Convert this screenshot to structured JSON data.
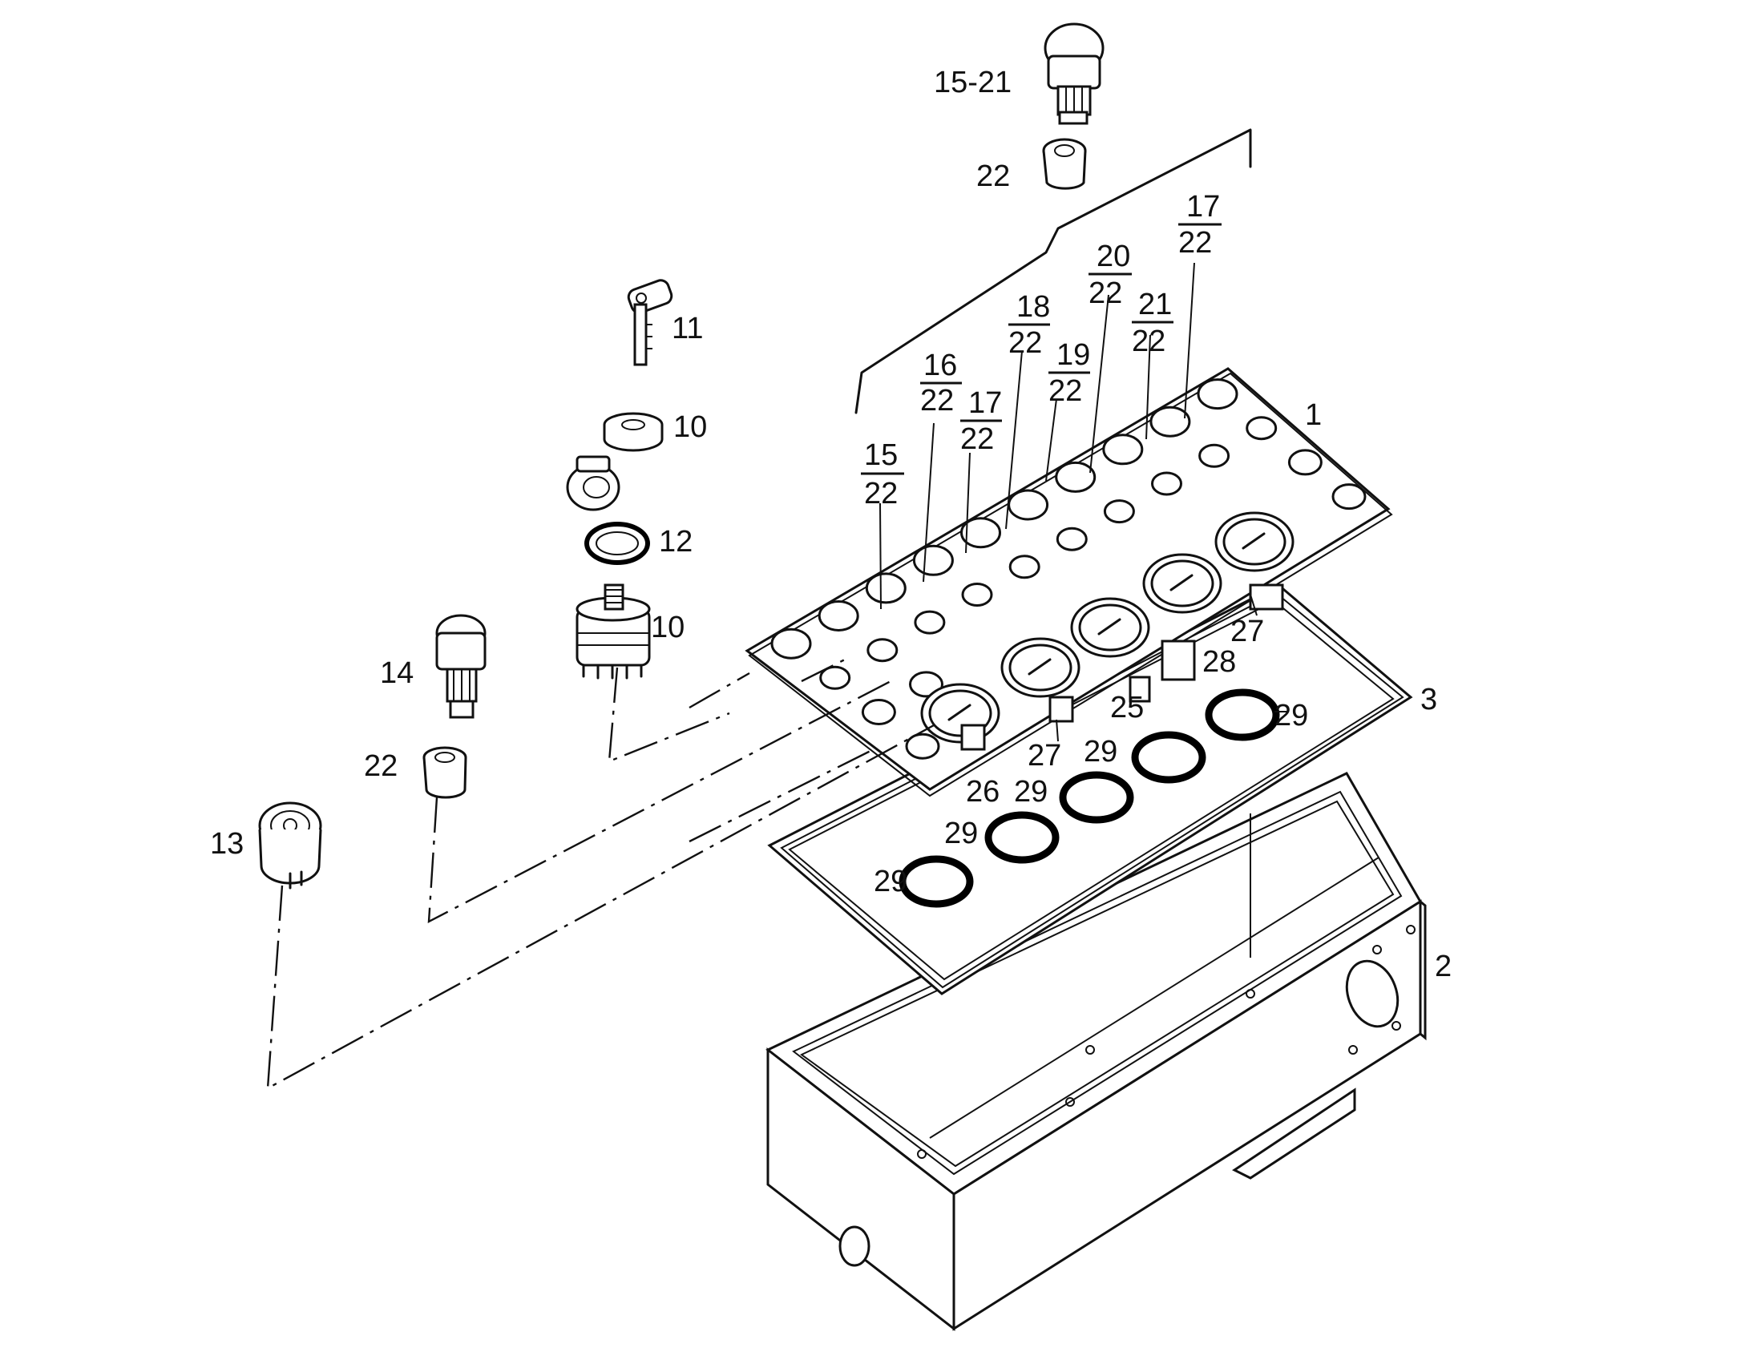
{
  "diagram": {
    "callouts": {
      "c1": "1",
      "c2": "2",
      "c3": "3",
      "c10a": "10",
      "c10b": "10",
      "c11": "11",
      "c12": "12",
      "c13": "13",
      "c14": "14",
      "c15_21": "15-21",
      "c22a": "22",
      "c22b": "22",
      "c25": "25",
      "c26": "26",
      "c27a": "27",
      "c27b": "27",
      "c28": "28",
      "c29a": "29",
      "c29b": "29",
      "c29c": "29",
      "c29d": "29",
      "c29e": "29"
    },
    "fractions": [
      {
        "top": "15",
        "bottom": "22"
      },
      {
        "top": "16",
        "bottom": "22"
      },
      {
        "top": "17",
        "bottom": "22"
      },
      {
        "top": "18",
        "bottom": "22"
      },
      {
        "top": "19",
        "bottom": "22"
      },
      {
        "top": "20",
        "bottom": "22"
      },
      {
        "top": "21",
        "bottom": "22"
      },
      {
        "top": "17",
        "bottom": "22"
      }
    ]
  }
}
